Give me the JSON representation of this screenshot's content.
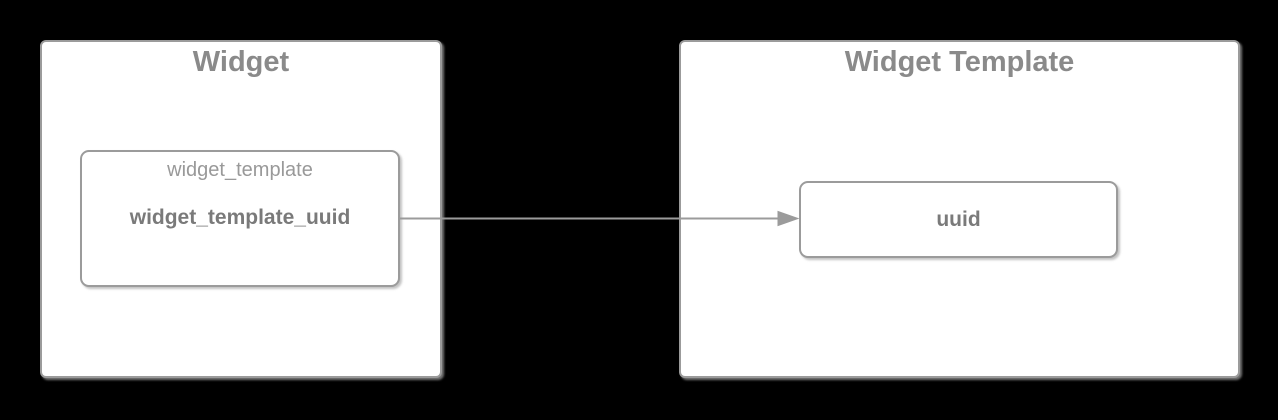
{
  "diagram": {
    "type": "entity-relationship",
    "background_color": "#000000",
    "shape_fill": "#ffffff",
    "border_color": "#9b9b9b",
    "title_color": "#8a8a8a",
    "attribute_color": "#999999",
    "attribute_bold_color": "#7a7a7a",
    "connector_color": "#9b9b9b",
    "entities": [
      {
        "title": "Widget",
        "attributes": [
          {
            "label": "widget_template",
            "bold": false
          },
          {
            "label": "widget_template_uuid",
            "bold": true
          }
        ]
      },
      {
        "title": "Widget Template",
        "attributes": [
          {
            "label": "uuid",
            "bold": true
          }
        ]
      }
    ],
    "connector": {
      "from": "widget_template_uuid",
      "to": "uuid",
      "style": "solid-arrow-right"
    }
  }
}
